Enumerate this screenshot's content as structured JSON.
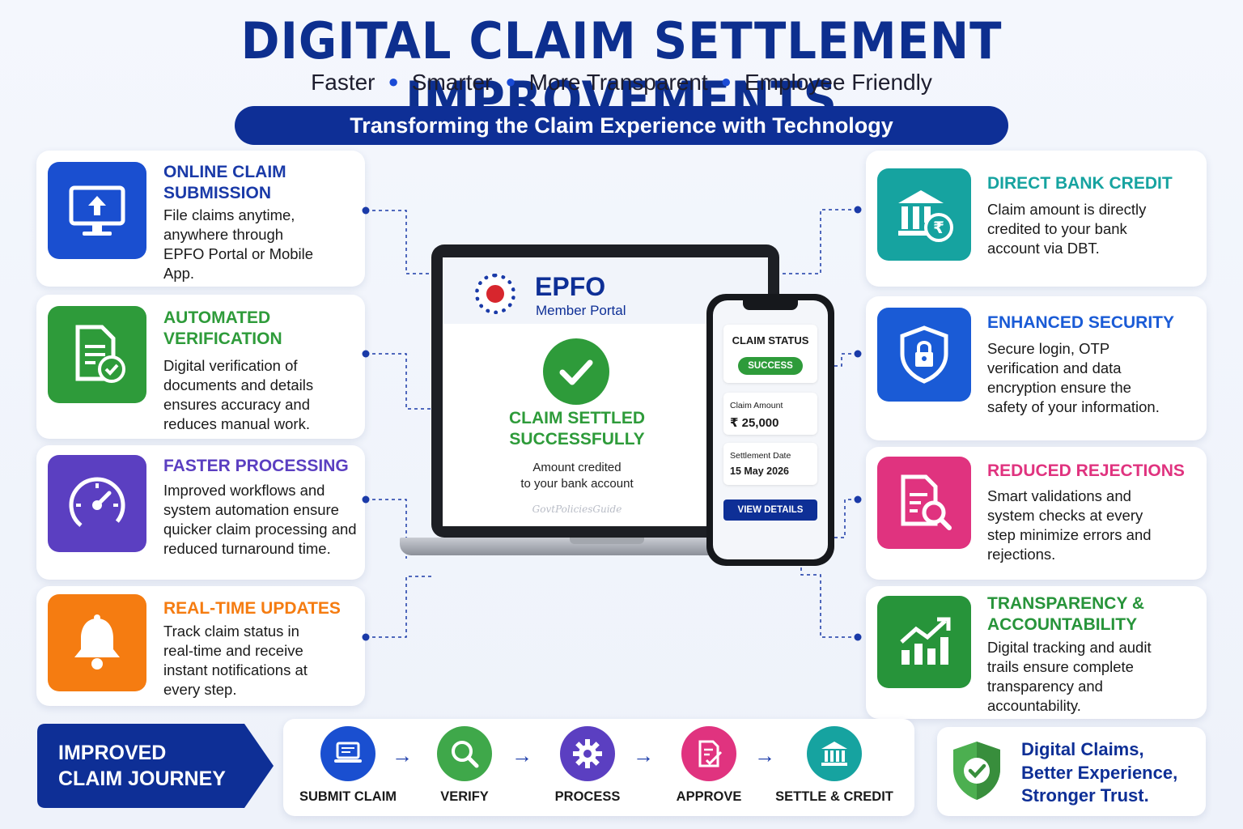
{
  "header": {
    "title": "DIGITAL CLAIM SETTLEMENT IMPROVEMENTS",
    "taglines": [
      "Faster",
      "Smarter",
      "More Transparent",
      "Employee Friendly"
    ],
    "banner": "Transforming the Claim Experience with Technology"
  },
  "left_cards": [
    {
      "title": "ONLINE CLAIM SUBMISSION",
      "desc": "File claims anytime, anywhere through EPFO Portal or Mobile App.",
      "color": "#1a4fd0",
      "icon": "monitor-upload-icon"
    },
    {
      "title": "AUTOMATED VERIFICATION",
      "desc": "Digital verification of documents and details ensures accuracy and reduces manual work.",
      "color": "#2e9b3a",
      "icon": "document-check-icon"
    },
    {
      "title": "FASTER PROCESSING",
      "desc": "Improved workflows and system automation ensure quicker claim processing and reduced turnaround time.",
      "color": "#5b3fc1",
      "icon": "speedometer-icon"
    },
    {
      "title": "REAL-TIME UPDATES",
      "desc": "Track claim status in real-time and receive instant notifications at every step.",
      "color": "#f57c11",
      "icon": "bell-icon"
    }
  ],
  "right_cards": [
    {
      "title": "DIRECT BANK CREDIT",
      "desc": "Claim amount is directly credited to your bank account via DBT.",
      "color": "#16a3a0",
      "icon": "bank-rupee-icon"
    },
    {
      "title": "ENHANCED SECURITY",
      "desc": "Secure login, OTP verification and data encryption ensure the safety of your information.",
      "color": "#1a5bd6",
      "icon": "shield-lock-icon"
    },
    {
      "title": "REDUCED REJECTIONS",
      "desc": "Smart validations and system checks at every step minimize errors and rejections.",
      "color": "#e0337f",
      "icon": "document-search-icon"
    },
    {
      "title": "TRANSPARENCY & ACCOUNTABILITY",
      "desc": "Digital tracking and audit trails ensure complete transparency and accountability.",
      "color": "#27943a",
      "icon": "growth-chart-icon"
    }
  ],
  "laptop": {
    "brand": "EPFO",
    "portal": "Member Portal",
    "status_line1": "CLAIM SETTLED",
    "status_line2": "SUCCESSFULLY",
    "note_line1": "Amount credited",
    "note_line2": "to your bank account",
    "watermark": "GovtPoliciesGuide"
  },
  "phone": {
    "status_title": "CLAIM STATUS",
    "status_badge": "SUCCESS",
    "amount_label": "Claim Amount",
    "amount_value": "₹ 25,000",
    "date_label": "Settlement Date",
    "date_value": "15 May 2026",
    "button": "VIEW DETAILS"
  },
  "journey": {
    "label_line1": "IMPROVED",
    "label_line2": "CLAIM JOURNEY",
    "steps": [
      {
        "label": "SUBMIT CLAIM",
        "color": "#1a4fd0",
        "icon": "laptop-icon"
      },
      {
        "label": "VERIFY",
        "color": "#3fa84a",
        "icon": "magnifier-icon"
      },
      {
        "label": "PROCESS",
        "color": "#5b3fc1",
        "icon": "gear-icon"
      },
      {
        "label": "APPROVE",
        "color": "#e0337f",
        "icon": "approve-document-icon"
      },
      {
        "label": "SETTLE & CREDIT",
        "color": "#16a3a0",
        "icon": "bank-icon"
      }
    ]
  },
  "trust": {
    "line1": "Digital Claims,",
    "line2": "Better Experience,",
    "line3": "Stronger Trust."
  },
  "colors": {
    "primary_navy": "#0e2f96",
    "success_green": "#2e9b3a"
  }
}
